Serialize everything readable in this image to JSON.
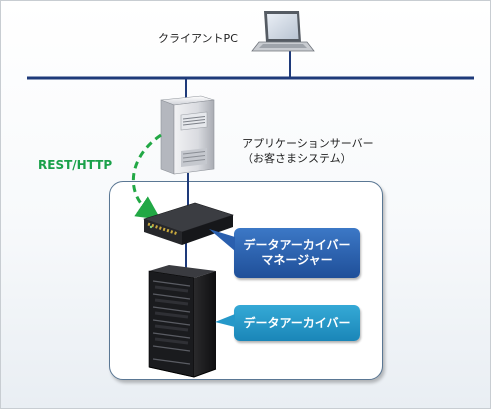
{
  "labels": {
    "client_pc": "クライアントPC",
    "app_server_line1": "アプリケーションサーバー",
    "app_server_line2": "（お客さまシステム）",
    "protocol": "REST/HTTP"
  },
  "callouts": {
    "manager_line1": "データアーカイバー",
    "manager_line2": "マネージャー",
    "archiver": "データアーカイバー"
  },
  "colors": {
    "network_line": "#1e3a7a",
    "arrow": "#22a845",
    "manager_callout": "#2a5fae",
    "archiver_callout": "#2598c9",
    "system_box_border": "#5a7794"
  },
  "icons": [
    "laptop-icon",
    "server-icon",
    "network-switch-icon",
    "server-rack-icon"
  ]
}
